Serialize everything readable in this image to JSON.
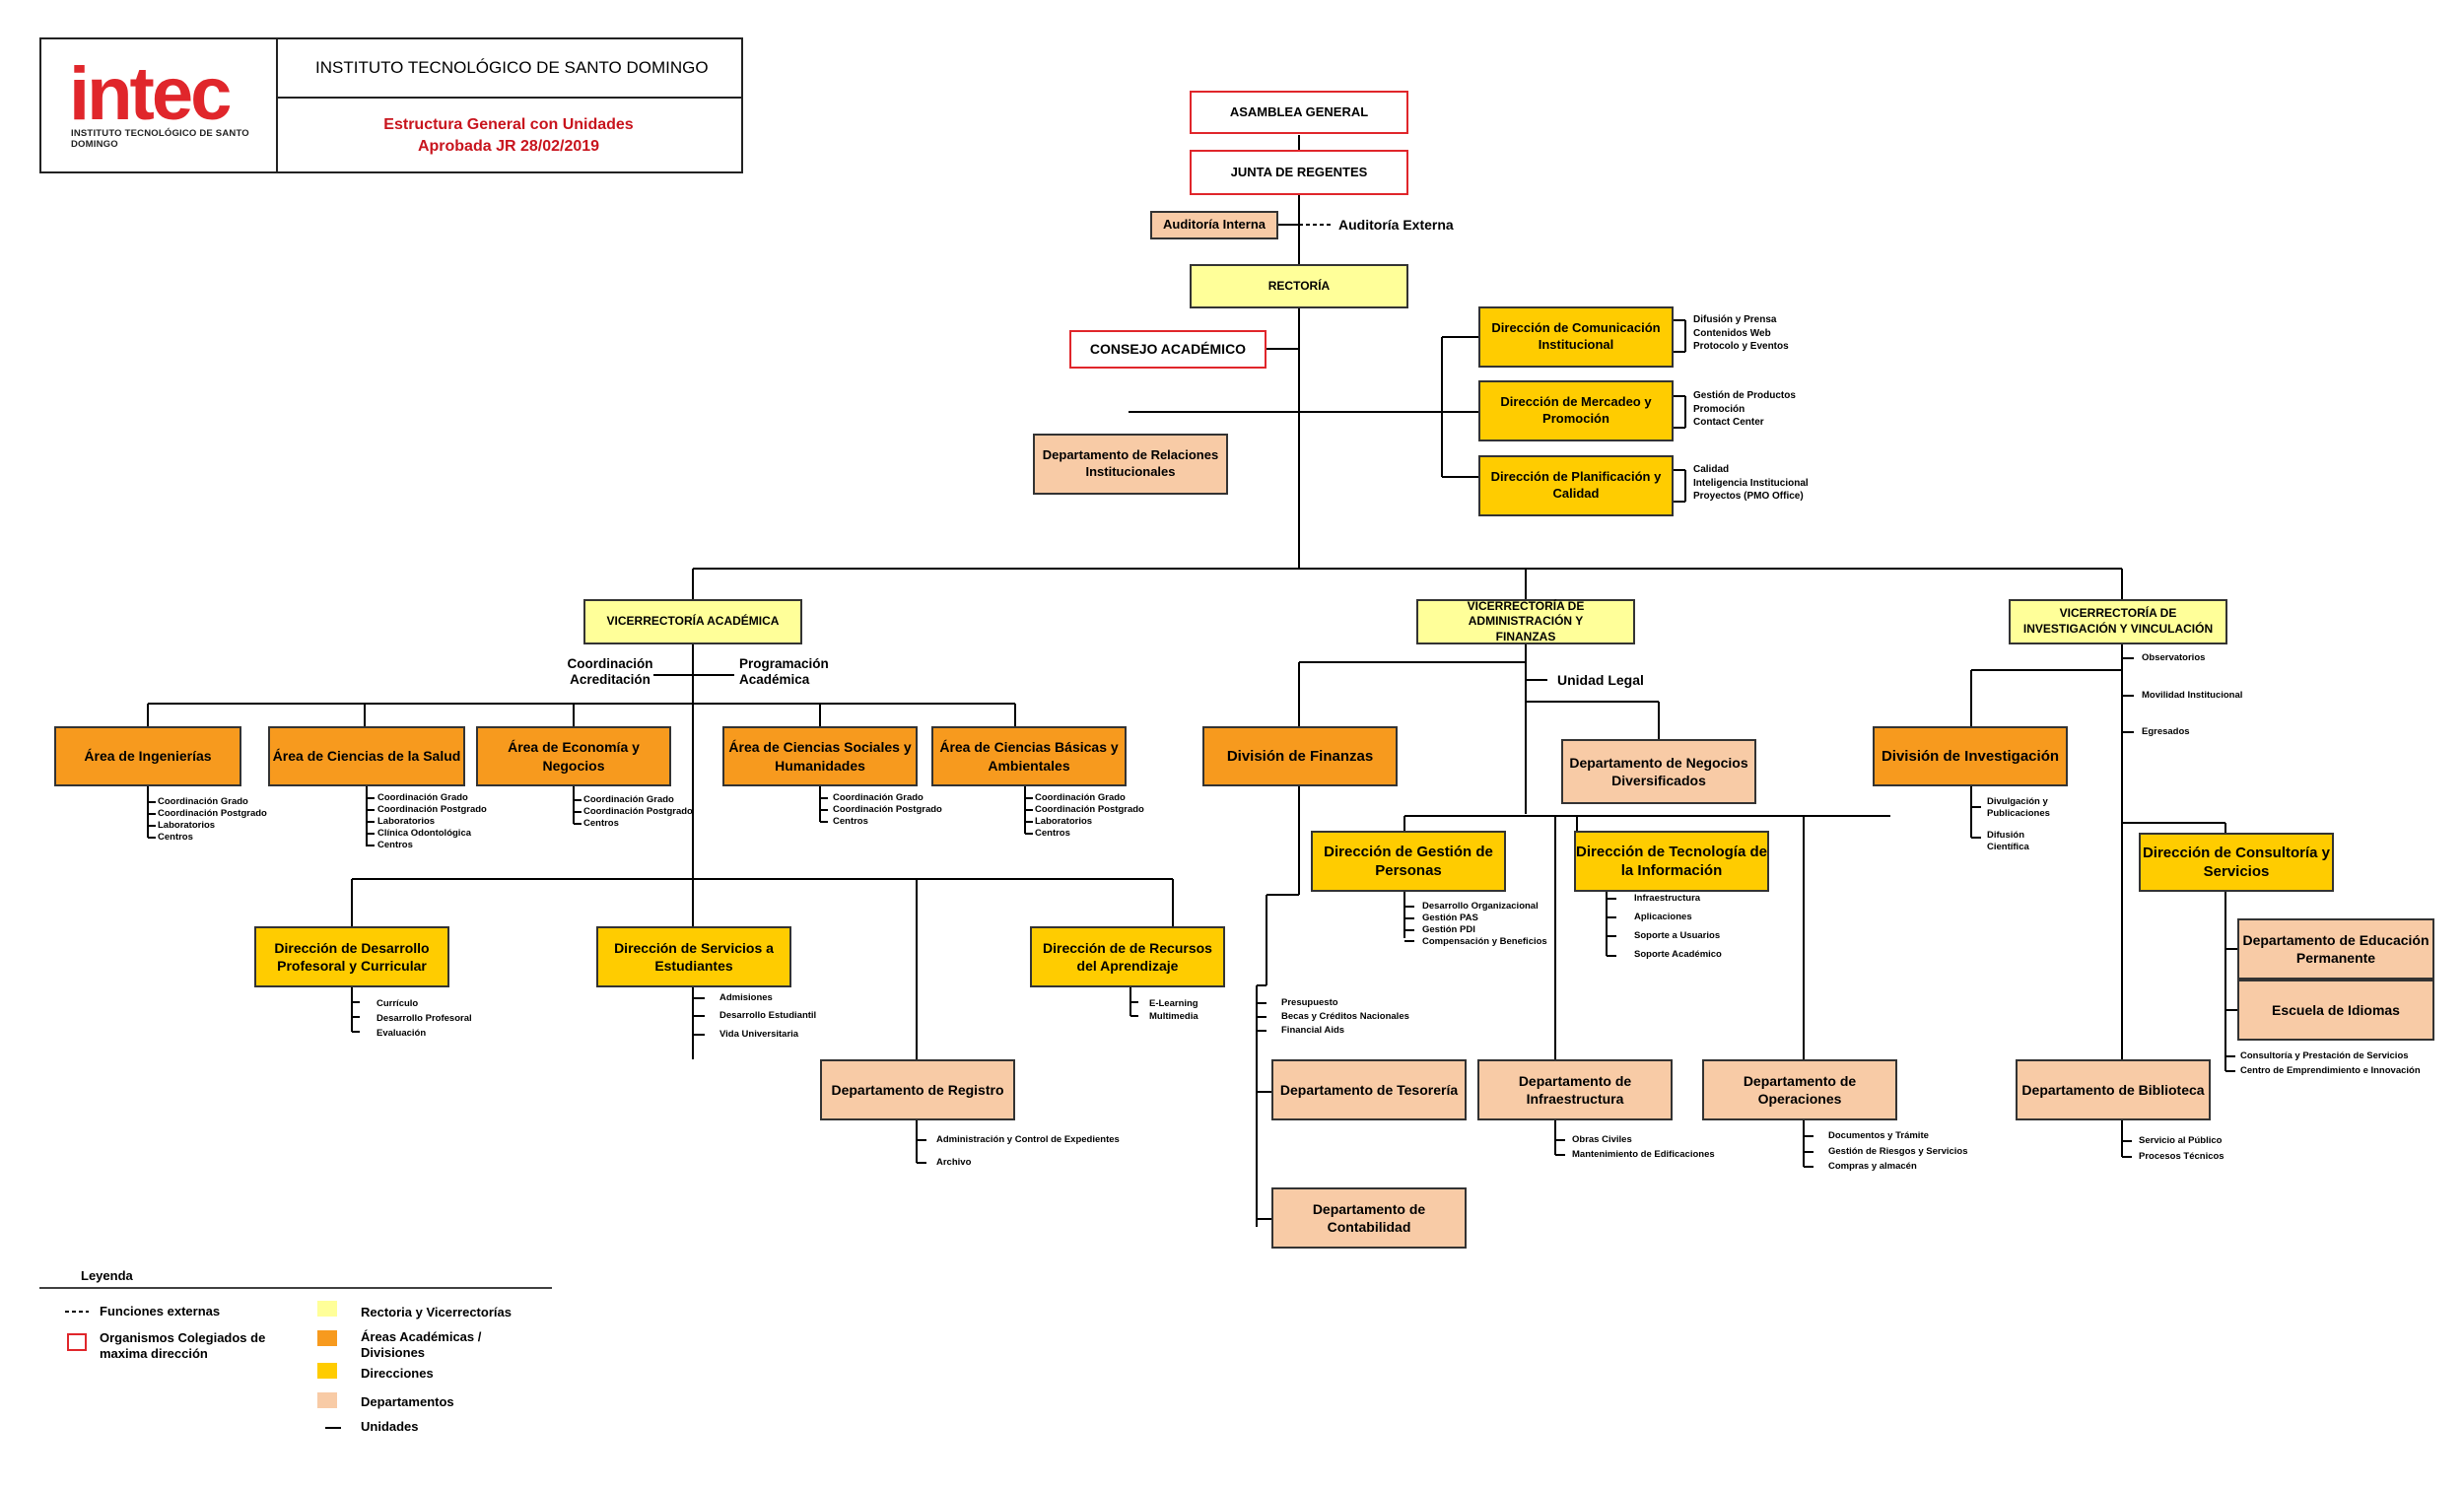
{
  "header": {
    "logo_text": "intec",
    "logo_subtext": "INSTITUTO TECNOLÓGICO DE SANTO DOMINGO",
    "institution": "INSTITUTO TECNOLÓGICO DE SANTO DOMINGO",
    "title": "Estructura General con Unidades",
    "approval": "Aprobada JR 28/02/2019"
  },
  "top": {
    "asamblea": "ASAMBLEA GENERAL",
    "junta": "JUNTA DE REGENTES",
    "auditoria_interna": "Auditoría Interna",
    "auditoria_externa": "Auditoría Externa",
    "rectoria": "RECTORÍA",
    "consejo": "CONSEJO ACADÉMICO",
    "relaciones": "Departamento de Relaciones Institucionales"
  },
  "direcciones_rectoria": [
    {
      "name": "Dirección de Comunicación Institucional",
      "units": [
        "Difusión y Prensa",
        "Contenidos Web",
        "Protocolo y Eventos"
      ]
    },
    {
      "name": "Dirección de Mercadeo y Promoción",
      "units": [
        "Gestión de Productos",
        "Promoción",
        "Contact Center"
      ]
    },
    {
      "name": "Dirección de  Planificación y Calidad",
      "units": [
        "Calidad",
        "Inteligencia Institucional",
        "Proyectos (PMO Office)"
      ]
    }
  ],
  "academica": {
    "title": "VICERRECTORÍA ACADÉMICA",
    "coordinacion": "Coordinación Acreditación",
    "programacion": "Programación Académica",
    "areas": [
      {
        "name": "Área de Ingenierías",
        "units": [
          "Coordinación Grado",
          "Coordinación Postgrado",
          "Laboratorios",
          "Centros"
        ]
      },
      {
        "name": "Área de Ciencias de la Salud",
        "units": [
          "Coordinación Grado",
          "Coordinación Postgrado",
          "Laboratorios",
          "Clínica Odontológica",
          "Centros"
        ]
      },
      {
        "name": "Área de Economía y Negocios",
        "units": [
          "Coordinación Grado",
          "Coordinación Postgrado",
          "Centros"
        ]
      },
      {
        "name": "Área de Ciencias Sociales y Humanidades",
        "units": [
          "Coordinación Grado",
          "Coordinación Postgrado",
          "Centros"
        ]
      },
      {
        "name": "Área de Ciencias Básicas y Ambientales",
        "units": [
          "Coordinación Grado",
          "Coordinación Postgrado",
          "Laboratorios",
          "Centros"
        ]
      }
    ],
    "desarrollo": {
      "name": "Dirección de Desarrollo Profesoral y Curricular",
      "units": [
        "Currículo",
        "Desarrollo Profesoral",
        "Evaluación"
      ]
    },
    "servicios": {
      "name": "Dirección de Servicios a Estudiantes",
      "units": [
        "Admisiones",
        "Desarrollo Estudiantil",
        "Vida Universitaria"
      ]
    },
    "recursos": {
      "name": "Dirección de de Recursos del Aprendizaje",
      "units": [
        "E-Learning",
        "Multimedia"
      ]
    },
    "registro": {
      "name": "Departamento de Registro",
      "units": [
        "Administración y Control de Expedientes",
        "Archivo"
      ]
    }
  },
  "administracion": {
    "title": "VICERRECTORÍA DE ADMINISTRACIÓN Y FINANZAS",
    "unidad_legal": "Unidad Legal",
    "finanzas": {
      "name": "División de Finanzas",
      "units": [
        "Presupuesto",
        "Becas y Créditos Nacionales",
        "Financial Aids"
      ]
    },
    "negocios": "Departamento de Negocios Diversificados",
    "personas": {
      "name": "Dirección de Gestión de Personas",
      "units": [
        "Desarrollo Organizacional",
        "Gestión PAS",
        "Gestión PDI",
        "Compensación y Beneficios"
      ]
    },
    "tecnologia": {
      "name": "Dirección de Tecnología de la Información",
      "units": [
        "Infraestructura",
        "Aplicaciones",
        "Soporte a Usuarios",
        "Soporte Académico"
      ]
    },
    "tesoreria": "Departamento de Tesorería",
    "contabilidad": "Departamento de Contabilidad",
    "infraestructura": {
      "name": "Departamento de Infraestructura",
      "units": [
        "Obras Civiles",
        "Mantenimiento de Edificaciones"
      ]
    },
    "operaciones": {
      "name": "Departamento de Operaciones",
      "units": [
        "Documentos y Trámite",
        "Gestión de Riesgos y Servicios",
        "Compras y almacén"
      ]
    }
  },
  "investigacion": {
    "title": "VICERRECTORÍA DE INVESTIGACIÓN Y  VINCULACIÓN",
    "side_units": [
      "Observatorios",
      "Movilidad Institucional",
      "Egresados"
    ],
    "division": {
      "name": "División de Investigación",
      "units": [
        "Divulgación y Publicaciones",
        "Difusión Científica"
      ]
    },
    "consultoria": {
      "name": "Dirección de Consultoría y Servicios",
      "units": [
        "Consultoría y Prestación de Servicios",
        "Centro de Emprendimiento e Innovación"
      ]
    },
    "educacion": "Departamento de Educación Permanente",
    "idiomas": "Escuela de Idiomas",
    "biblioteca": {
      "name": "Departamento de Biblioteca",
      "units": [
        "Servicio al Público",
        "Procesos Técnicos"
      ]
    }
  },
  "legend": {
    "title": "Leyenda",
    "externas": "Funciones externas",
    "colegiados": "Organismos Colegiados de maxima dirección",
    "rectoria": "Rectoria y Vicerrectorías",
    "areas": "Áreas Académicas / Divisiones",
    "direcciones": "Direcciones",
    "departamentos": "Departamentos",
    "unidades": "Unidades"
  },
  "colors": {
    "red": "#e0262b",
    "yellow": "#ffff99",
    "orange": "#f79a1e",
    "gold": "#ffcc00",
    "peach": "#f8cba6"
  }
}
